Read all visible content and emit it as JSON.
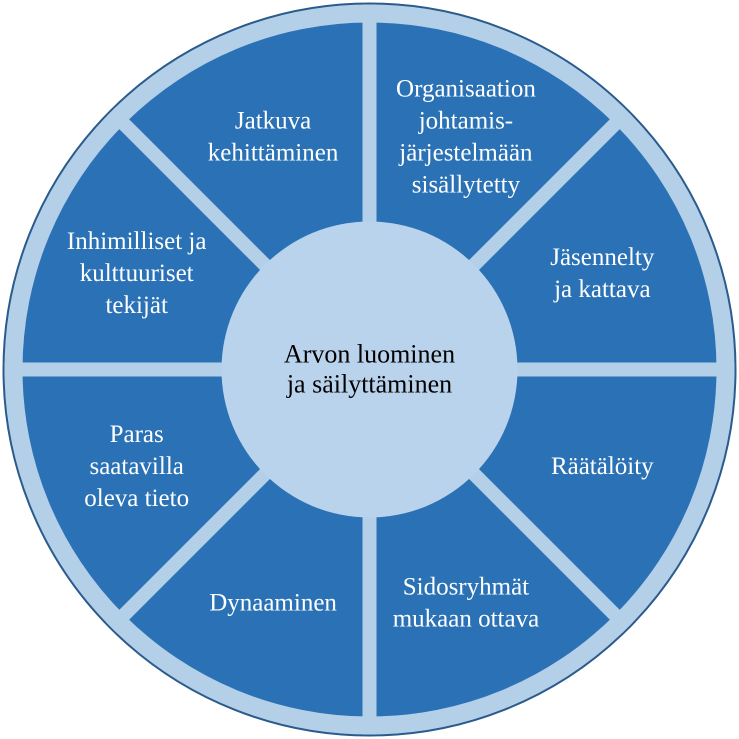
{
  "diagram": {
    "center_label": [
      "Arvon luominen",
      "ja säilyttäminen"
    ],
    "segments": [
      {
        "label": [
          "Organisaation",
          "johtamis-",
          "järjestelmään",
          "sisällytetty"
        ]
      },
      {
        "label": [
          "Jäsennelty",
          "ja kattava"
        ]
      },
      {
        "label": [
          "Räätälöity"
        ]
      },
      {
        "label": [
          "Sidosryhmät",
          "mukaan ottava"
        ]
      },
      {
        "label": [
          "Dynaaminen"
        ]
      },
      {
        "label": [
          "Paras",
          "saatavilla",
          "oleva tieto"
        ]
      },
      {
        "label": [
          "Inhimilliset ja",
          "kulttuuriset",
          "tekijät"
        ]
      },
      {
        "label": [
          "Jatkuva",
          "kehittäminen"
        ]
      }
    ],
    "colors": {
      "segment_fill": "#2a72b5",
      "outer_ring": "#b4cfe8",
      "ring_border": "#2a5b8c",
      "hub_fill": "#b9d3ec",
      "separator": "#b4cfe8"
    }
  }
}
